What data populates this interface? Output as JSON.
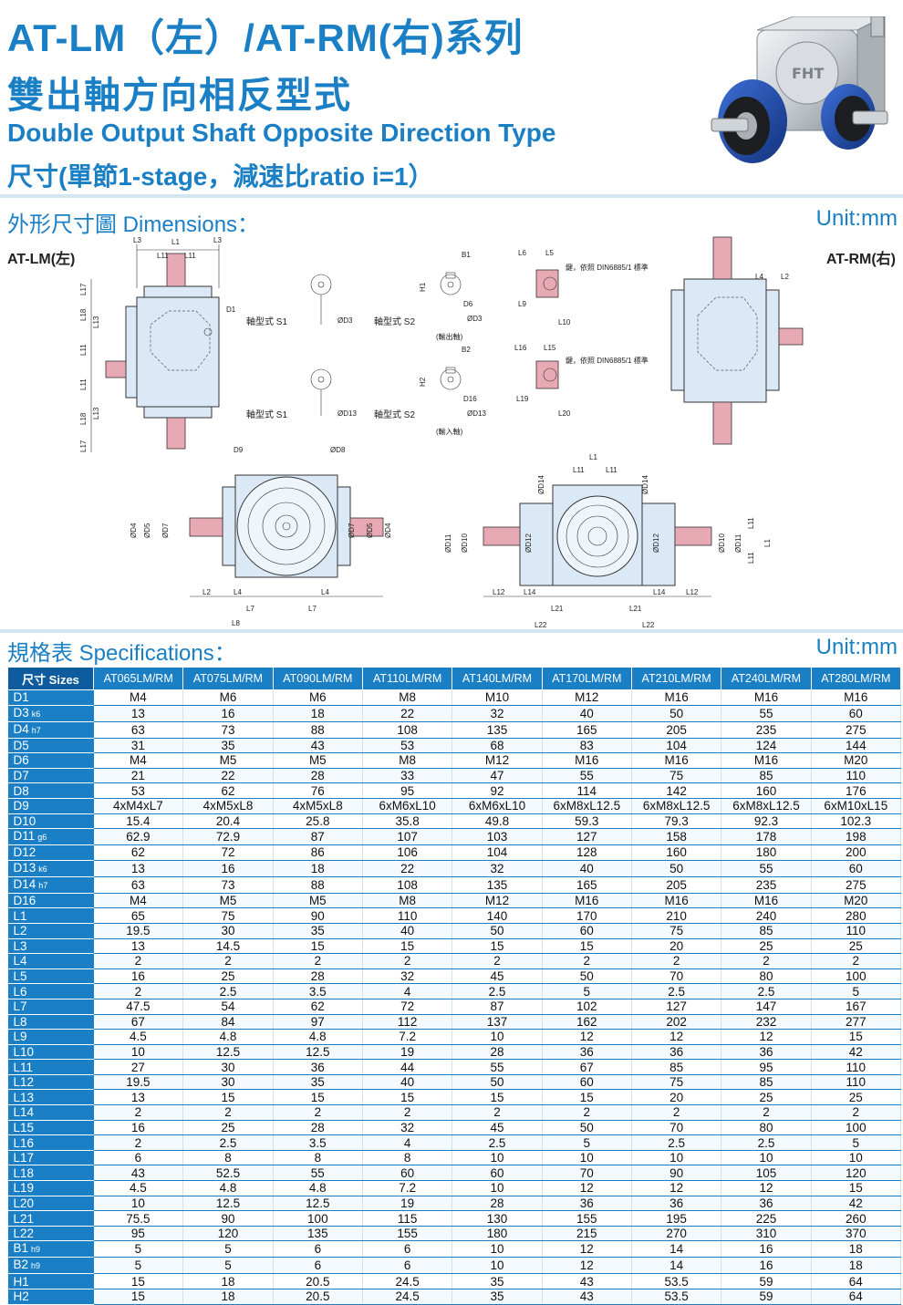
{
  "header": {
    "title_line1": "AT-LM（左）/AT-RM(右)系列",
    "title_line2": "雙出軸方向相反型式",
    "title_en": "Double Output Shaft Opposite Direction Type",
    "subtitle": "尺寸(單節1-stage，減速比ratio i=1）",
    "logo_text": "FHT"
  },
  "dimensions": {
    "title": "外形尺寸圖 Dimensions：",
    "unit": "Unit:mm",
    "label_left": "AT-LM(左)",
    "label_right": "AT-RM(右)",
    "shaft_s1": "軸型式 S1",
    "shaft_s2": "軸型式 S2",
    "output_shaft": "(輸出軸)",
    "input_shaft": "(輸入軸)",
    "key_note": "鍵，依照 DIN6885/1 標準",
    "dim_labels": {
      "L1": "L1",
      "L2": "L2",
      "L3": "L3",
      "L4": "L4",
      "L5": "L5",
      "L6": "L6",
      "L7": "L7",
      "L8": "L8",
      "L9": "L9",
      "L10": "L10",
      "L11": "L11",
      "L12": "L12",
      "L13": "L13",
      "L14": "L14",
      "L15": "L15",
      "L16": "L16",
      "L17": "L17",
      "L18": "L18",
      "L19": "L19",
      "L20": "L20",
      "L21": "L21",
      "L22": "L22",
      "D1": "D1",
      "D3": "ØD3",
      "D4": "ØD4",
      "D5": "ØD5",
      "D6": "D6",
      "D7": "ØD7",
      "D8": "ØD8",
      "D9": "D9",
      "D10": "ØD10",
      "D11": "ØD11",
      "D12": "ØD12",
      "D13": "ØD13",
      "D14": "ØD14",
      "D16": "D16",
      "B1": "B1",
      "B2": "B2",
      "H1": "H1",
      "H2": "H2"
    }
  },
  "specs": {
    "title": "規格表 Specifications：",
    "unit": "Unit:mm",
    "corner": "尺寸 Sizes",
    "columns": [
      "AT065LM/RM",
      "AT075LM/RM",
      "AT090LM/RM",
      "AT110LM/RM",
      "AT140LM/RM",
      "AT170LM/RM",
      "AT210LM/RM",
      "AT240LM/RM",
      "AT280LM/RM"
    ],
    "rows": [
      {
        "label": "D1",
        "sub": "",
        "values": [
          "M4",
          "M6",
          "M6",
          "M8",
          "M10",
          "M12",
          "M16",
          "M16",
          "M16"
        ]
      },
      {
        "label": "D3",
        "sub": "k6",
        "values": [
          "13",
          "16",
          "18",
          "22",
          "32",
          "40",
          "50",
          "55",
          "60"
        ]
      },
      {
        "label": "D4",
        "sub": "h7",
        "values": [
          "63",
          "73",
          "88",
          "108",
          "135",
          "165",
          "205",
          "235",
          "275"
        ]
      },
      {
        "label": "D5",
        "sub": "",
        "values": [
          "31",
          "35",
          "43",
          "53",
          "68",
          "83",
          "104",
          "124",
          "144"
        ]
      },
      {
        "label": "D6",
        "sub": "",
        "values": [
          "M4",
          "M5",
          "M5",
          "M8",
          "M12",
          "M16",
          "M16",
          "M16",
          "M20"
        ]
      },
      {
        "label": "D7",
        "sub": "",
        "values": [
          "21",
          "22",
          "28",
          "33",
          "47",
          "55",
          "75",
          "85",
          "110"
        ]
      },
      {
        "label": "D8",
        "sub": "",
        "values": [
          "53",
          "62",
          "76",
          "95",
          "92",
          "114",
          "142",
          "160",
          "176"
        ]
      },
      {
        "label": "D9",
        "sub": "",
        "values": [
          "4xM4xL7",
          "4xM5xL8",
          "4xM5xL8",
          "6xM6xL10",
          "6xM6xL10",
          "6xM8xL12.5",
          "6xM8xL12.5",
          "6xM8xL12.5",
          "6xM10xL15"
        ]
      },
      {
        "label": "D10",
        "sub": "",
        "values": [
          "15.4",
          "20.4",
          "25.8",
          "35.8",
          "49.8",
          "59.3",
          "79.3",
          "92.3",
          "102.3"
        ]
      },
      {
        "label": "D11",
        "sub": "g6",
        "values": [
          "62.9",
          "72.9",
          "87",
          "107",
          "103",
          "127",
          "158",
          "178",
          "198"
        ]
      },
      {
        "label": "D12",
        "sub": "",
        "values": [
          "62",
          "72",
          "86",
          "106",
          "104",
          "128",
          "160",
          "180",
          "200"
        ]
      },
      {
        "label": "D13",
        "sub": "k6",
        "values": [
          "13",
          "16",
          "18",
          "22",
          "32",
          "40",
          "50",
          "55",
          "60"
        ]
      },
      {
        "label": "D14",
        "sub": "h7",
        "values": [
          "63",
          "73",
          "88",
          "108",
          "135",
          "165",
          "205",
          "235",
          "275"
        ]
      },
      {
        "label": "D16",
        "sub": "",
        "values": [
          "M4",
          "M5",
          "M5",
          "M8",
          "M12",
          "M16",
          "M16",
          "M16",
          "M20"
        ]
      },
      {
        "label": "L1",
        "sub": "",
        "values": [
          "65",
          "75",
          "90",
          "110",
          "140",
          "170",
          "210",
          "240",
          "280"
        ]
      },
      {
        "label": "L2",
        "sub": "",
        "values": [
          "19.5",
          "30",
          "35",
          "40",
          "50",
          "60",
          "75",
          "85",
          "110"
        ]
      },
      {
        "label": "L3",
        "sub": "",
        "values": [
          "13",
          "14.5",
          "15",
          "15",
          "15",
          "15",
          "20",
          "25",
          "25"
        ]
      },
      {
        "label": "L4",
        "sub": "",
        "values": [
          "2",
          "2",
          "2",
          "2",
          "2",
          "2",
          "2",
          "2",
          "2"
        ]
      },
      {
        "label": "L5",
        "sub": "",
        "values": [
          "16",
          "25",
          "28",
          "32",
          "45",
          "50",
          "70",
          "80",
          "100"
        ]
      },
      {
        "label": "L6",
        "sub": "",
        "values": [
          "2",
          "2.5",
          "3.5",
          "4",
          "2.5",
          "5",
          "2.5",
          "2.5",
          "5"
        ]
      },
      {
        "label": "L7",
        "sub": "",
        "values": [
          "47.5",
          "54",
          "62",
          "72",
          "87",
          "102",
          "127",
          "147",
          "167"
        ]
      },
      {
        "label": "L8",
        "sub": "",
        "values": [
          "67",
          "84",
          "97",
          "112",
          "137",
          "162",
          "202",
          "232",
          "277"
        ]
      },
      {
        "label": "L9",
        "sub": "",
        "values": [
          "4.5",
          "4.8",
          "4.8",
          "7.2",
          "10",
          "12",
          "12",
          "12",
          "15"
        ]
      },
      {
        "label": "L10",
        "sub": "",
        "values": [
          "10",
          "12.5",
          "12.5",
          "19",
          "28",
          "36",
          "36",
          "36",
          "42"
        ]
      },
      {
        "label": "L11",
        "sub": "",
        "values": [
          "27",
          "30",
          "36",
          "44",
          "55",
          "67",
          "85",
          "95",
          "110"
        ]
      },
      {
        "label": "L12",
        "sub": "",
        "values": [
          "19.5",
          "30",
          "35",
          "40",
          "50",
          "60",
          "75",
          "85",
          "110"
        ]
      },
      {
        "label": "L13",
        "sub": "",
        "values": [
          "13",
          "15",
          "15",
          "15",
          "15",
          "15",
          "20",
          "25",
          "25"
        ]
      },
      {
        "label": "L14",
        "sub": "",
        "values": [
          "2",
          "2",
          "2",
          "2",
          "2",
          "2",
          "2",
          "2",
          "2"
        ]
      },
      {
        "label": "L15",
        "sub": "",
        "values": [
          "16",
          "25",
          "28",
          "32",
          "45",
          "50",
          "70",
          "80",
          "100"
        ]
      },
      {
        "label": "L16",
        "sub": "",
        "values": [
          "2",
          "2.5",
          "3.5",
          "4",
          "2.5",
          "5",
          "2.5",
          "2.5",
          "5"
        ]
      },
      {
        "label": "L17",
        "sub": "",
        "values": [
          "6",
          "8",
          "8",
          "8",
          "10",
          "10",
          "10",
          "10",
          "10"
        ]
      },
      {
        "label": "L18",
        "sub": "",
        "values": [
          "43",
          "52.5",
          "55",
          "60",
          "60",
          "70",
          "90",
          "105",
          "120"
        ]
      },
      {
        "label": "L19",
        "sub": "",
        "values": [
          "4.5",
          "4.8",
          "4.8",
          "7.2",
          "10",
          "12",
          "12",
          "12",
          "15"
        ]
      },
      {
        "label": "L20",
        "sub": "",
        "values": [
          "10",
          "12.5",
          "12.5",
          "19",
          "28",
          "36",
          "36",
          "36",
          "42"
        ]
      },
      {
        "label": "L21",
        "sub": "",
        "values": [
          "75.5",
          "90",
          "100",
          "115",
          "130",
          "155",
          "195",
          "225",
          "260"
        ]
      },
      {
        "label": "L22",
        "sub": "",
        "values": [
          "95",
          "120",
          "135",
          "155",
          "180",
          "215",
          "270",
          "310",
          "370"
        ]
      },
      {
        "label": "B1",
        "sub": "h9",
        "values": [
          "5",
          "5",
          "6",
          "6",
          "10",
          "12",
          "14",
          "16",
          "18"
        ]
      },
      {
        "label": "B2",
        "sub": "h9",
        "values": [
          "5",
          "5",
          "6",
          "6",
          "10",
          "12",
          "14",
          "16",
          "18"
        ]
      },
      {
        "label": "H1",
        "sub": "",
        "values": [
          "15",
          "18",
          "20.5",
          "24.5",
          "35",
          "43",
          "53.5",
          "59",
          "64"
        ]
      },
      {
        "label": "H2",
        "sub": "",
        "values": [
          "15",
          "18",
          "20.5",
          "24.5",
          "35",
          "43",
          "53.5",
          "59",
          "64"
        ]
      }
    ]
  },
  "colors": {
    "brand": "#1a7fc4",
    "header_dark": "#0e5c9e",
    "body_fill": "#dbe9f6",
    "shaft": "#e7a9b3"
  }
}
